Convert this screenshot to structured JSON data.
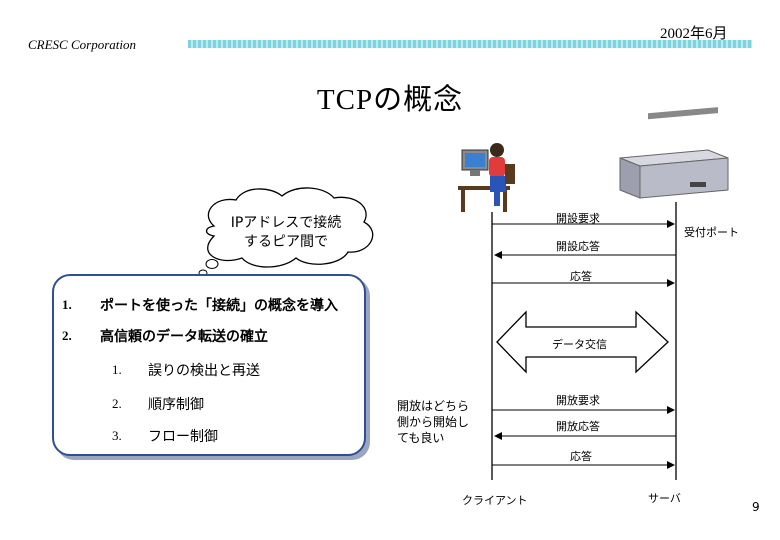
{
  "header": {
    "company": "CRESC Corporation",
    "date": "2002年6月",
    "title": "TCPの概念",
    "page_number": "9"
  },
  "cloud": {
    "line1": "IPアドレスで接続",
    "line2": "するピア間で"
  },
  "points": [
    {
      "num": "1.",
      "text": "ポートを使った「接続」の概念を導入"
    },
    {
      "num": "2.",
      "text": "高信頼のデータ転送の確立"
    }
  ],
  "subpoints": [
    {
      "num": "1.",
      "text": "誤りの検出と再送"
    },
    {
      "num": "2.",
      "text": "順序制御"
    },
    {
      "num": "3.",
      "text": "フロー制御"
    }
  ],
  "sequence": {
    "open_request": "開設要求",
    "open_response": "開設応答",
    "ack1": "応答",
    "receive_port": "受付ポート",
    "data_exchange": "データ交信",
    "release_request": "開放要求",
    "release_response": "開放応答",
    "ack2": "応答",
    "client": "クライアント",
    "server": "サーバ",
    "note": "開放はどちら\n側から開始し\nても良い"
  },
  "colors": {
    "panel_border": "#2f4f95",
    "header_bar": "#7fd3de",
    "arrow_fill": "#ffffff"
  },
  "icons": [
    "computer-user-icon",
    "server-drive-icon",
    "thought-cloud-icon"
  ]
}
